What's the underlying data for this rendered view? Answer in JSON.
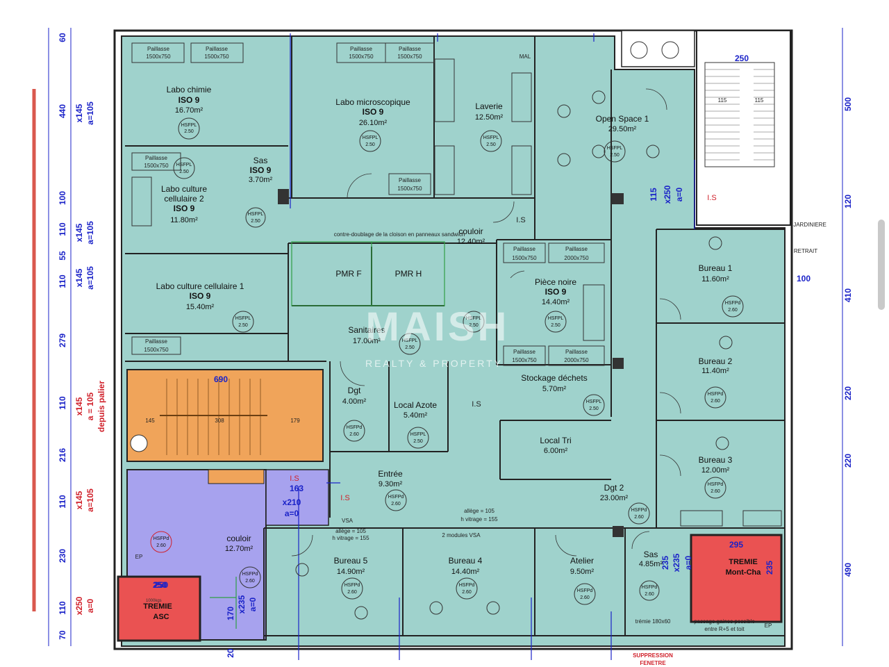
{
  "rooms": {
    "labo_chimie": {
      "name": "Labo chimie",
      "iso": "ISO 9",
      "area": "16.70m²"
    },
    "labo_micro": {
      "name": "Labo microscopique",
      "iso": "ISO 9",
      "area": "26.10m²"
    },
    "laverie": {
      "name": "Laverie",
      "area": "12.50m²"
    },
    "open_space": {
      "name": "Open Space 1",
      "area": "29.50m²"
    },
    "sas_top": {
      "name": "Sas",
      "iso": "ISO 9",
      "area": "3.70m²"
    },
    "labo_culture2": {
      "name1": "Labo culture",
      "name2": "cellulaire 2",
      "iso": "ISO 9",
      "area": "11.80m²"
    },
    "labo_culture1": {
      "name": "Labo culture cellulaire 1",
      "iso": "ISO 9",
      "area": "15.40m²"
    },
    "couloir_top": {
      "name": "couloir",
      "area": "12.40m²"
    },
    "pmr_f": {
      "name": "PMR F"
    },
    "pmr_h": {
      "name": "PMR H"
    },
    "sanitaires": {
      "name": "Sanitaires",
      "area": "17.00m²"
    },
    "piece_noire": {
      "name": "Pièce noire",
      "iso": "ISO 9",
      "area": "14.40m²"
    },
    "bureau1": {
      "name": "Bureau 1",
      "area": "11.60m²"
    },
    "bureau2": {
      "name": "Bureau 2",
      "area": "11.40m²"
    },
    "bureau3": {
      "name": "Bureau 3",
      "area": "12.00m²"
    },
    "dgt": {
      "name": "Dgt",
      "area": "4.00m²"
    },
    "local_azote": {
      "name": "Local Azote",
      "area": "5.40m²"
    },
    "stockage": {
      "name": "Stockage déchets",
      "area": "5.70m²"
    },
    "local_tri": {
      "name": "Local Tri",
      "area": "6.00m²"
    },
    "entree": {
      "name": "Entrée",
      "area": "9.30m²"
    },
    "dgt2": {
      "name": "Dgt 2",
      "area": "23.00m²"
    },
    "couloir_bottom": {
      "name": "couloir",
      "area": "12.70m²"
    },
    "bureau5": {
      "name": "Bureau 5",
      "area": "14.90m²"
    },
    "bureau4": {
      "name": "Bureau 4",
      "area": "14.40m²"
    },
    "atelier": {
      "name": "Atelier",
      "area": "9.50m²"
    },
    "sas_bottom": {
      "name": "Sas",
      "area": "4.85m²"
    }
  },
  "tremies": {
    "asc": {
      "line1": "TREMIE",
      "line2": "ASC",
      "dim": "250",
      "load": "1000kgs"
    },
    "mont_cha": {
      "line1": "TREMIE",
      "line2": "Mont-Cha",
      "dim": "295",
      "dim_side": "235"
    }
  },
  "labels": {
    "paillasse": "Paillasse",
    "p1500": "1500x750",
    "p2000": "2000x750",
    "hsfpl": "HSFPL",
    "hsfpd": "HSFPd",
    "h250": "2.50",
    "h260": "2.60",
    "is": "I.S",
    "vsa": "VSA",
    "couloir_note": "contre-doublage de la cloison en panneaux sandwich",
    "allege": "allège = 105",
    "vitrage": "h vitrage = 155",
    "modules_vsa": "2 modules VSA",
    "passage_gaines": "passage gaines possible",
    "entre_r5": "entre R+5 et toit",
    "suppression": "SUPPRESSION",
    "fenetre": "FENETRE",
    "tremie_small": "trémie 180x60",
    "depuis_palier": "depuis palier",
    "mal": "MAL",
    "ep": "EP",
    "jardiniere": "JARDINIERE",
    "retrait": "RETRAIT"
  },
  "dims_left": [
    "60",
    "440",
    "100",
    "110",
    "55",
    "110",
    "279",
    "110",
    "216",
    "110",
    "230",
    "110",
    "70"
  ],
  "dims_left_red": [
    {
      "a": "x145",
      "b": "a=105"
    },
    {
      "a": "x145",
      "b": "a=105"
    },
    {
      "a": "x145",
      "b": "a=105"
    },
    {
      "a": "x145",
      "b": "a = 105"
    },
    {
      "a": "x145",
      "b": "a=105"
    },
    {
      "a": "x250",
      "b": "a=0"
    }
  ],
  "dims_right": [
    "500",
    "120",
    "410",
    "220",
    "220",
    "490"
  ],
  "dims_inner": [
    "690",
    "308",
    "145",
    "179",
    "163",
    "x210",
    "a=0",
    "115",
    "x250",
    "a=0",
    "100",
    "250",
    "115",
    "115",
    "235",
    "x235",
    "a=0",
    "250",
    "170",
    "x235",
    "a=0",
    "20"
  ],
  "watermark": {
    "main": "MAISH",
    "sub": "REALTY & PROPERTY"
  },
  "colors": {
    "room_fill": "#9fd2cc",
    "stair_orange": "#f0a45a",
    "violet": "#a7a2ee",
    "tremie_red": "#ea5252",
    "dim_blue": "#1a22c8",
    "dim_red": "#d0202a",
    "green": "#2f9e44"
  }
}
